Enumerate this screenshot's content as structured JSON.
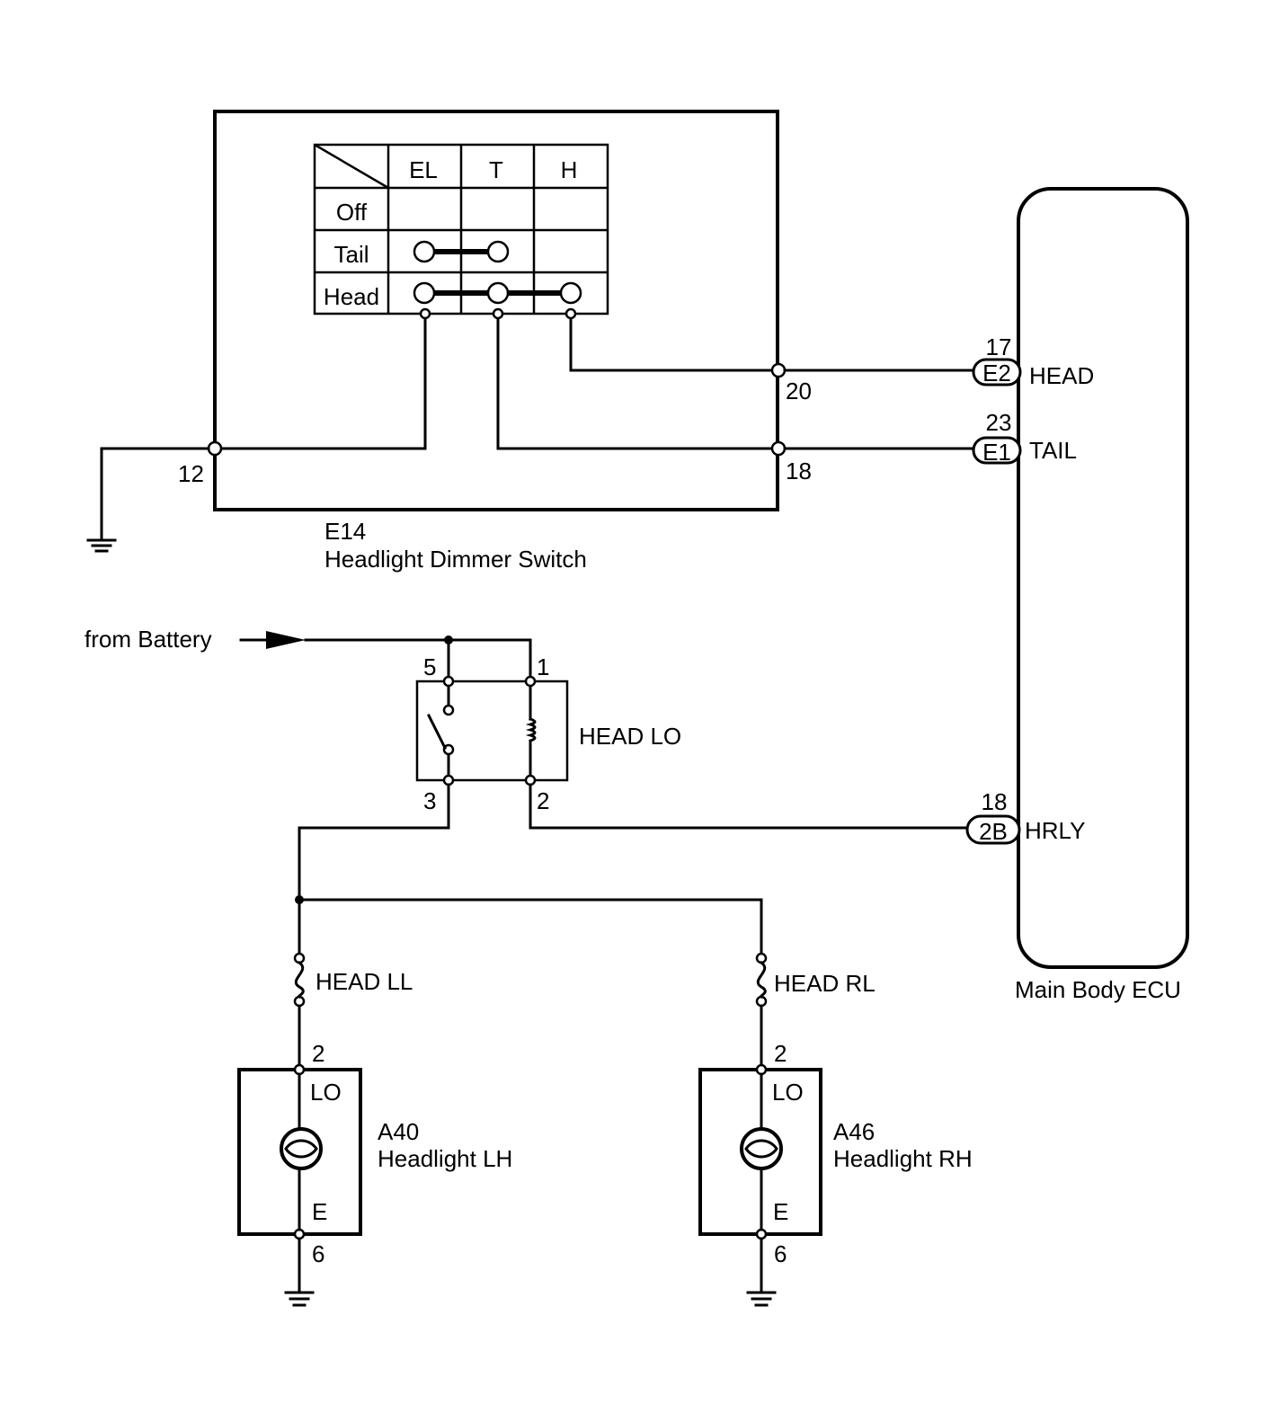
{
  "switch": {
    "connector": "E14",
    "name": "Headlight Dimmer Switch",
    "columns": [
      "EL",
      "T",
      "H"
    ],
    "rows": [
      "Off",
      "Tail",
      "Head"
    ],
    "pins": {
      "ground": "12",
      "head": "20",
      "tail": "18"
    }
  },
  "ecu": {
    "name": "Main Body ECU",
    "terminals": [
      {
        "pin": "17",
        "connector": "E2",
        "signal": "HEAD"
      },
      {
        "pin": "23",
        "connector": "E1",
        "signal": "TAIL"
      },
      {
        "pin": "18",
        "connector": "2B",
        "signal": "HRLY"
      }
    ]
  },
  "battery": {
    "label": "from Battery"
  },
  "relay": {
    "name": "HEAD LO",
    "pins": {
      "p5": "5",
      "p1": "1",
      "p3": "3",
      "p2": "2"
    }
  },
  "fuses": [
    {
      "name": "HEAD LL"
    },
    {
      "name": "HEAD RL"
    }
  ],
  "headlights": [
    {
      "connector": "A40",
      "name": "Headlight LH",
      "top_pin": "2",
      "top_label": "LO",
      "bottom_label": "E",
      "bottom_pin": "6"
    },
    {
      "connector": "A46",
      "name": "Headlight RH",
      "top_pin": "2",
      "top_label": "LO",
      "bottom_label": "E",
      "bottom_pin": "6"
    }
  ]
}
